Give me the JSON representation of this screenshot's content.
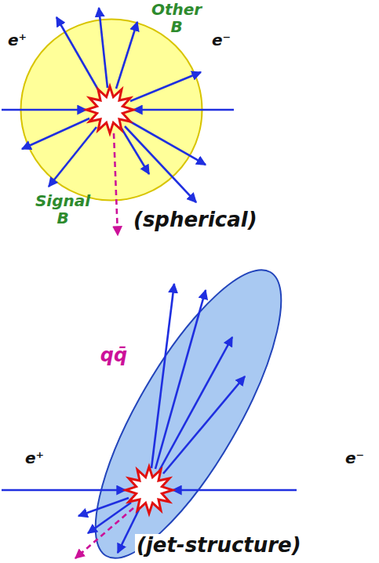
{
  "diagram": {
    "nodes": [
      {
        "text": [
          "Other B",
          "Signal B"
        ]
      },
      {
        "text": [
          "qq̄"
        ]
      }
    ],
    "labels": [
      "e⁺",
      "e⁻",
      "(spherical)",
      "e⁺",
      "e⁻",
      "(jet-structure)"
    ]
  }
}
